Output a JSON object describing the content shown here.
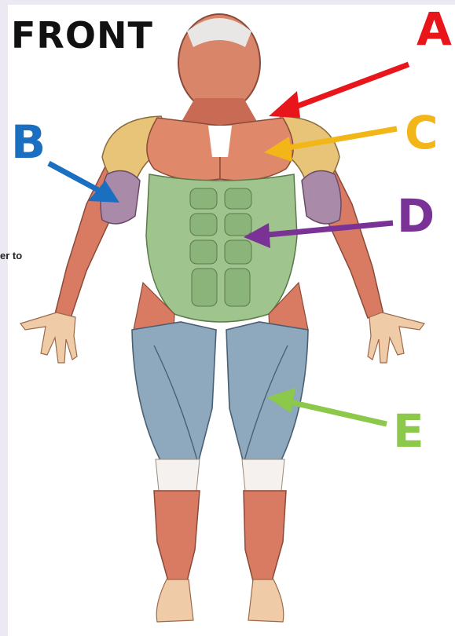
{
  "title": "FRONT",
  "cut_text": "er to",
  "labels": [
    {
      "letter": "A",
      "color": "#e8151b"
    },
    {
      "letter": "B",
      "color": "#1a6fc0"
    },
    {
      "letter": "C",
      "color": "#f2b619"
    },
    {
      "letter": "D",
      "color": "#7a3296"
    },
    {
      "letter": "E",
      "color": "#8cc84a"
    }
  ],
  "muscle_colors": {
    "deltoid": "#e7c477",
    "biceps": "#a98aa9",
    "chest": "#e0896a",
    "abdomen": "#9fc48d",
    "quadriceps": "#8ea9bd",
    "muscle": "#d97b62",
    "skin": "#f0cba8"
  }
}
